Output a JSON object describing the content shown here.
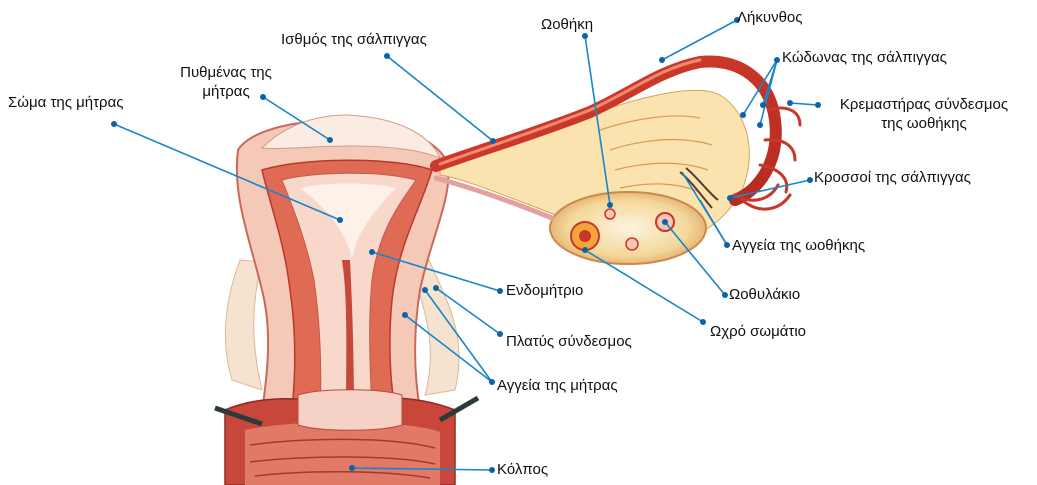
{
  "labels": {
    "uterus_body": "Σώμα της μήτρας",
    "fundus_line1": "Πυθμένας της",
    "fundus_line2": "μήτρας",
    "isthmus": "Ισθμός της σάλπιγγας",
    "ovary": "Ωοθήκη",
    "ampulla": "Λήκυνθος",
    "infundibulum": "Κώδωνας της σάλπιγγας",
    "suspensory_line1": "Κρεμαστήρας σύνδεσμος",
    "suspensory_line2": "της ωοθήκης",
    "fimbriae": "Κροσσοί της σάλπιγγας",
    "ovarian_vessels": "Αγγεία της ωοθήκης",
    "follicle": "Ωοθυλάκιο",
    "endometrium": "Ενδομήτριο",
    "corpus_luteum": "Ωχρό σωμάτιο",
    "broad_ligament": "Πλατύς σύνδεσμος",
    "uterine_vessels": "Αγγεία της μήτρας",
    "vagina": "Κόλπος"
  },
  "colors": {
    "leader_line": "#1a86c8",
    "leader_dot": "#0b63a8",
    "tissue_red": "#c8372b",
    "tissue_pink": "#f2b7a6",
    "tissue_light": "#fbe6da",
    "tissue_yellow": "#f3d58a"
  }
}
